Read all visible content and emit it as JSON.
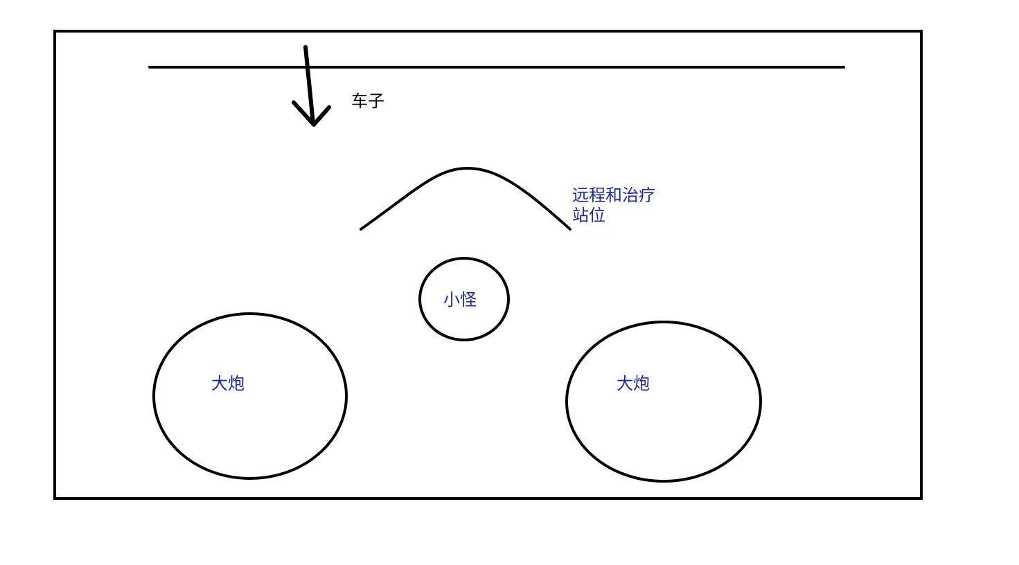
{
  "diagram": {
    "car_label": "车子",
    "ranged_healer_label_line1": "远程和治疗",
    "ranged_healer_label_line2": "站位",
    "minion_label": "小怪",
    "cannon_left_label": "大炮",
    "cannon_right_label": "大炮"
  },
  "colors": {
    "stroke": "#000000",
    "label_blue": "#1c2aa6",
    "label_black": "#000000"
  }
}
